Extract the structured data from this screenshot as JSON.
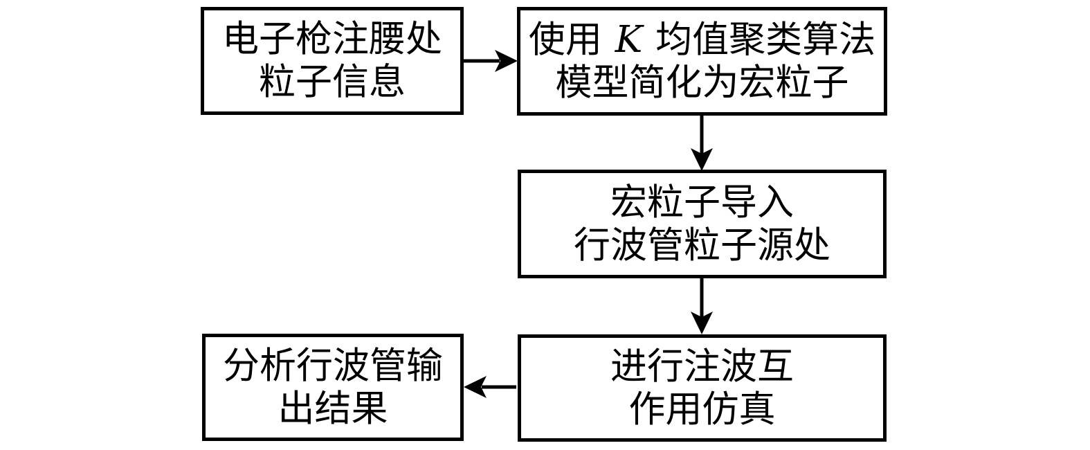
{
  "flowchart": {
    "background_color": "#ffffff",
    "line_color": "#000000",
    "nodes": {
      "electron_gun_info": {
        "line1": "电子枪注腰处",
        "line2": "粒子信息"
      },
      "kmeans_simplify": {
        "line1_prefix": "使用 ",
        "line1_variable": "K",
        "line1_suffix": " 均值聚类算法",
        "line2": "模型简化为宏粒子"
      },
      "macro_particle_import": {
        "line1": "宏粒子导入",
        "line2": "行波管粒子源处"
      },
      "beam_wave_simulation": {
        "line1": "进行注波互",
        "line2": "作用仿真"
      },
      "analyze_output": {
        "line1": "分析行波管输",
        "line2": "出结果"
      }
    },
    "edges": [
      {
        "from": "electron_gun_info",
        "to": "kmeans_simplify",
        "direction": "right"
      },
      {
        "from": "kmeans_simplify",
        "to": "macro_particle_import",
        "direction": "down"
      },
      {
        "from": "macro_particle_import",
        "to": "beam_wave_simulation",
        "direction": "down"
      },
      {
        "from": "beam_wave_simulation",
        "to": "analyze_output",
        "direction": "left"
      }
    ]
  }
}
